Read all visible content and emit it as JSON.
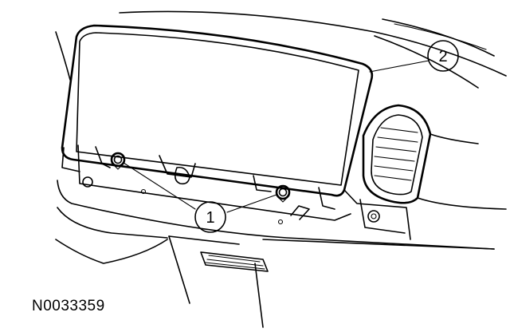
{
  "figure": {
    "id_code": "N0033359",
    "callouts": [
      {
        "label": "1"
      },
      {
        "label": "2"
      }
    ],
    "colors": {
      "line": "#000000",
      "background": "#ffffff"
    }
  }
}
